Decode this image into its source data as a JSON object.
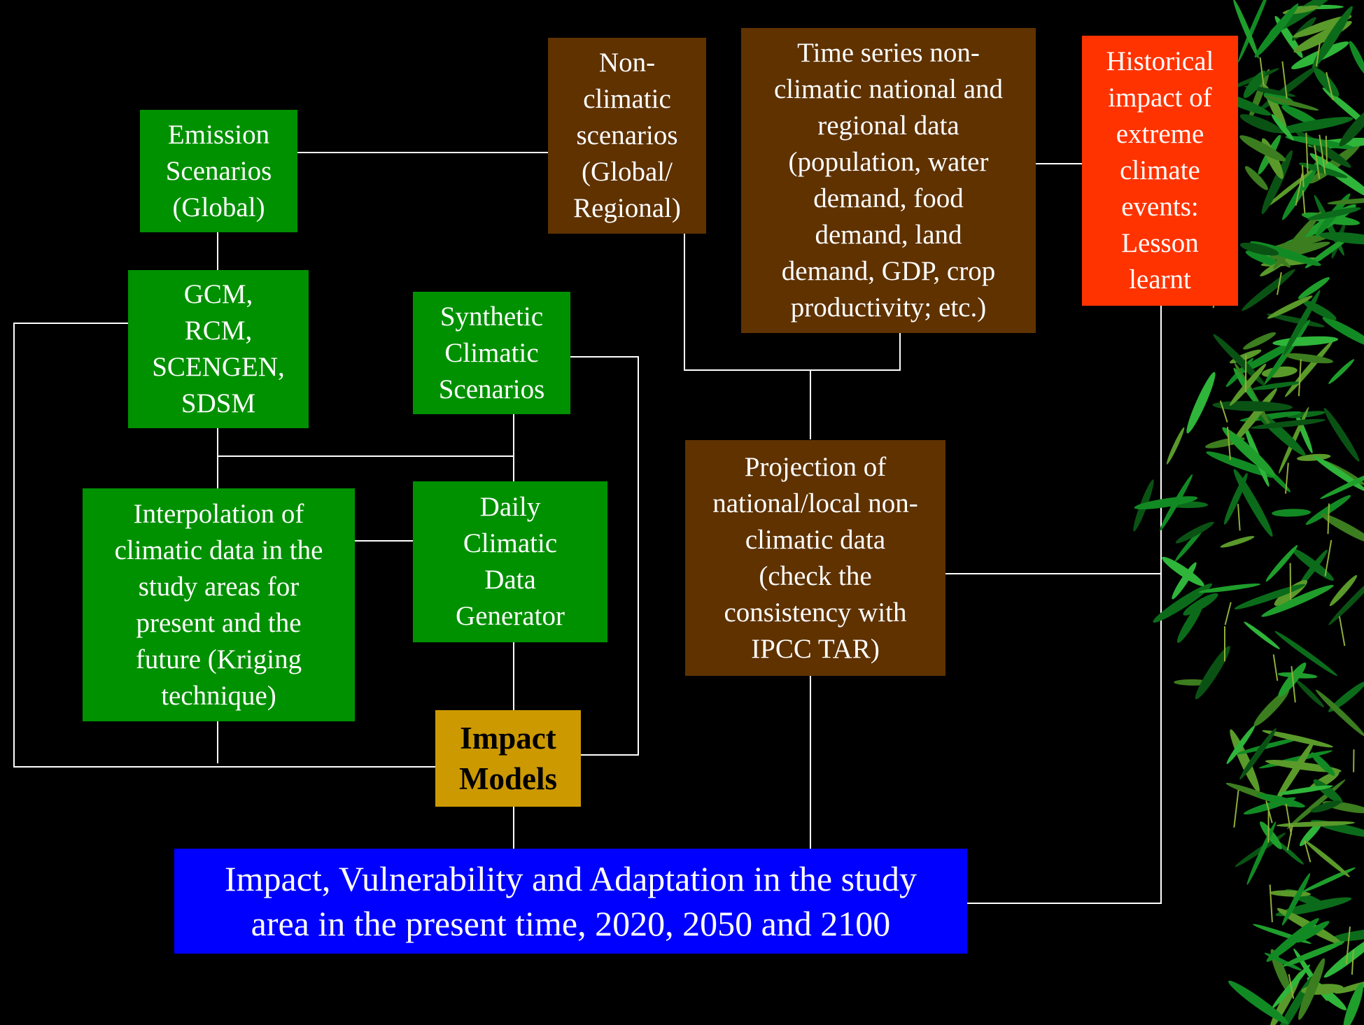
{
  "colors": {
    "background": "#000000",
    "green_box": "#009100",
    "brown_box": "#5f3200",
    "red_box": "#ff3300",
    "gold_box": "#cc9900",
    "blue_box": "#0000ff",
    "connector": "#ffffff"
  },
  "nodes": {
    "emission": "Emission\nScenarios\n(Global)",
    "non_climatic": "Non-\nclimatic\nscenarios\n(Global/\nRegional)",
    "time_series": "Time series non-\nclimatic national and\nregional data\n(population, water\ndemand, food\ndemand, land\ndemand, GDP, crop\nproductivity; etc.)",
    "historical": "Historical\nimpact of\nextreme\nclimate\nevents:\nLesson\nlearnt",
    "gcm": "GCM,\nRCM,\nSCENGEN,\nSDSM",
    "synthetic": "Synthetic\nClimatic\nScenarios",
    "interpolation": "Interpolation of\nclimatic data in the\nstudy areas for\npresent and the\nfuture (Kriging\ntechnique)",
    "daily": "Daily\nClimatic\nData\nGenerator",
    "projection": "Projection of\nnational/local non-\nclimatic data\n(check the\nconsistency with\nIPCC TAR)",
    "impact_models": "Impact\nModels",
    "outcome": "Impact, Vulnerability and Adaptation in the study\narea in the present time, 2020, 2050 and 2100"
  },
  "decoration": "bamboo-foliage"
}
